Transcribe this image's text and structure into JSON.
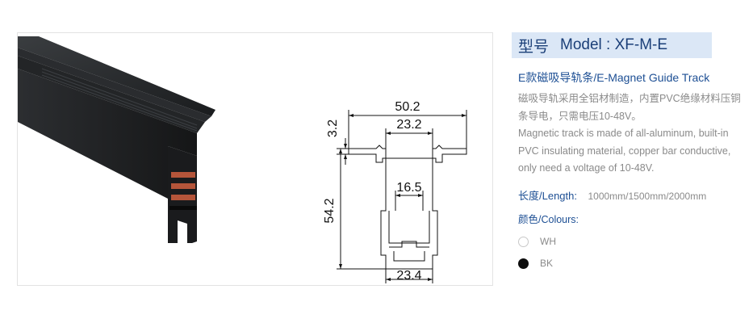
{
  "model_banner": {
    "label_zh": "型号",
    "model": "Model : XF-M-E"
  },
  "product_name": "E款磁吸导轨条/E-Magnet Guide Track",
  "description_zh": "磁吸导轨采用全铝材制造，内置PVC绝缘材料压铜条导电，只需电压10-48V。",
  "description_en": "Magnetic track is made of all-aluminum, built-in PVC insulating material, copper bar conductive, only need a voltage of 10-48V.",
  "length": {
    "label": "长度/Length:",
    "value": "1000mm/1500mm/2000mm"
  },
  "colours": {
    "label": "颜色/Colours:",
    "options": [
      {
        "code": "WH",
        "color": "#ffffff"
      },
      {
        "code": "BK",
        "color": "#0d0d0d"
      }
    ]
  },
  "drawing": {
    "dim_top_width": "50.2",
    "dim_inner_width": "23.2",
    "dim_flange_height": "3.2",
    "dim_total_height": "54.2",
    "dim_slot_width": "16.5",
    "dim_bottom_width": "23.4"
  }
}
